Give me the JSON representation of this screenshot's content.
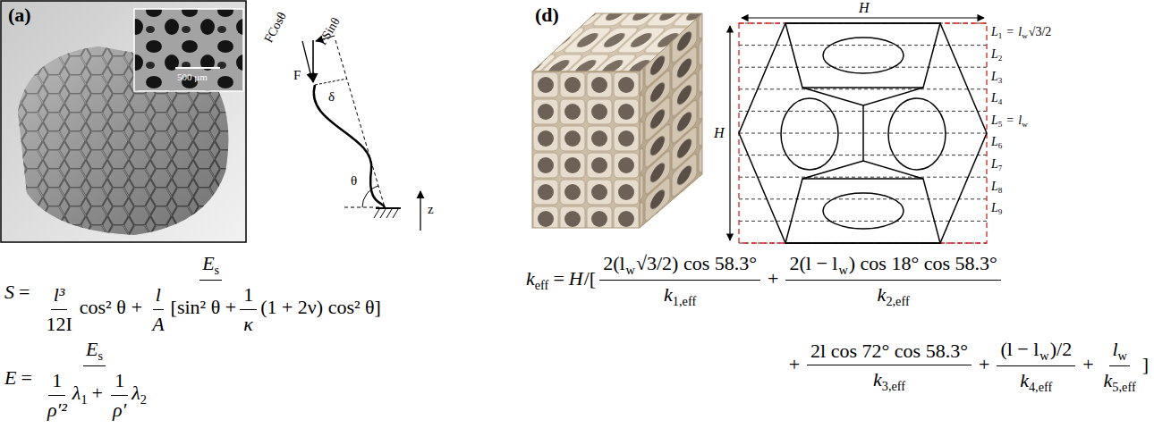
{
  "diagram": {
    "labels": [
      "(a)",
      "500 μm",
      "FCosθ",
      "FSinθ",
      "F",
      "δ",
      "θ",
      "z",
      "S",
      "=",
      "E",
      "s",
      "l³",
      "12I",
      "cos² θ",
      "+",
      "l",
      "A",
      "[sin² θ +",
      "1",
      "κ",
      "(1 + 2ν) cos² θ]",
      "E",
      "=",
      "E",
      "s",
      "1",
      "ρ′²",
      "λ",
      "1",
      "+",
      "1",
      "ρ′",
      "λ",
      "2",
      "(d)",
      "H",
      "H",
      "L",
      "1",
      "=",
      "l",
      "w",
      "√3/2",
      "L",
      "2",
      "L",
      "3",
      "L",
      "4",
      "L",
      "5",
      "=",
      "l",
      "w",
      "L",
      "6",
      "L",
      "7",
      "L",
      "8",
      "L",
      "9",
      "k",
      "eff",
      "=",
      "H",
      "/[",
      "2(l",
      "w",
      "√3/2) cos 58.3°",
      "k",
      "1,eff",
      "+",
      "2(l − l",
      "w",
      ") cos 18° cos 58.3°",
      "k",
      "2,eff",
      "+",
      "2l cos 72° cos 58.3°",
      "k",
      "3,eff",
      "+",
      "(l − l",
      "w",
      ")/2",
      "k",
      "4,eff",
      "+",
      "l",
      "w",
      "k",
      "5,eff",
      "]"
    ]
  }
}
